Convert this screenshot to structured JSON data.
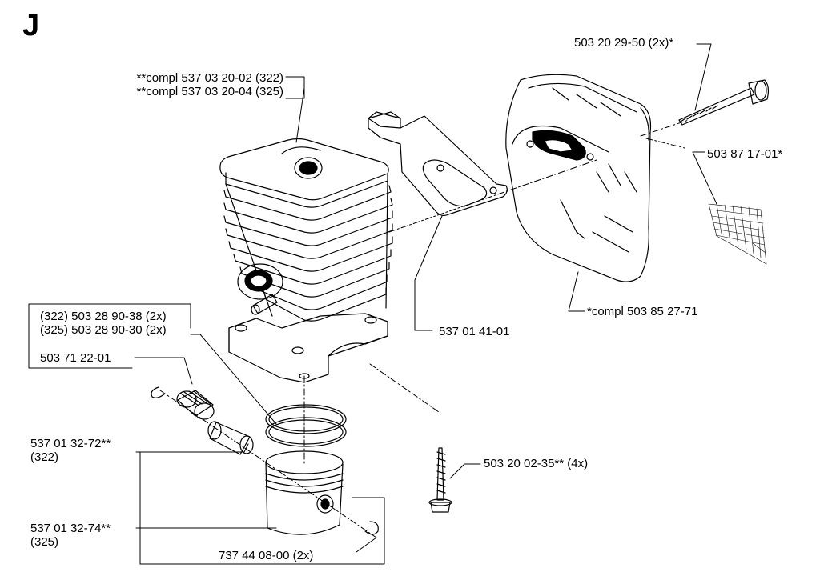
{
  "section_letter": "J",
  "labels": {
    "cylinder_a": "**compl 537 03 20-02 (322)",
    "cylinder_b": "**compl 537 03 20-04 (325)",
    "bolt_top": "503 20 29-50 (2x)*",
    "mesh": "503 87 17-01*",
    "muffler": "*compl 503 85 27-71",
    "gasket": "537 01 41-01",
    "ring_322": "(322) 503 28 90-38 (2x)",
    "ring_325": "(325) 503 28 90-30 (2x)",
    "bearing": "503 71 22-01",
    "piston_322_part": "537 01 32-72**",
    "piston_322_model": "(322)",
    "piston_325_part": "537 01 32-74**",
    "piston_325_model": "(325)",
    "screw": "503 20 02-35** (4x)",
    "circlip": "737 44 08-00 (2x)"
  }
}
